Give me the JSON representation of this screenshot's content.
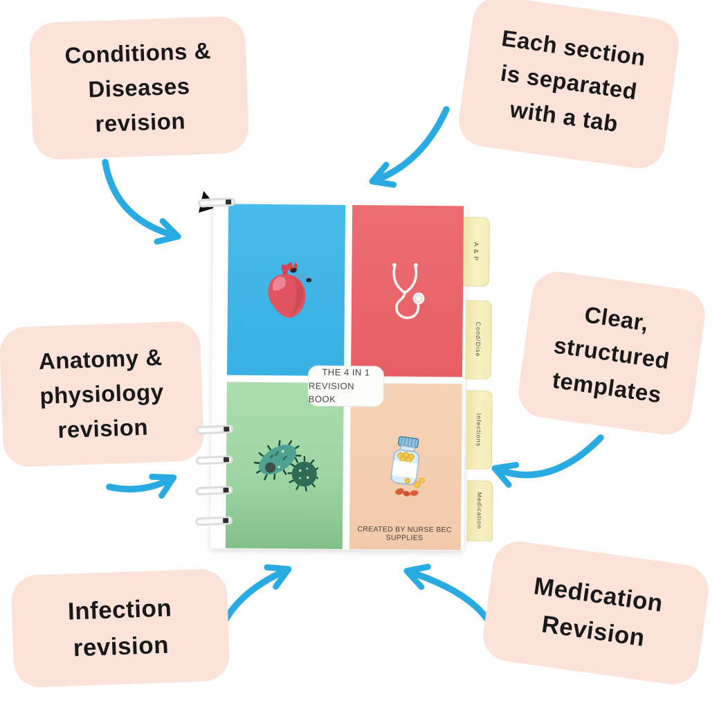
{
  "colors": {
    "background": "#ffffff",
    "callout_bg": "#fbe3da",
    "arrow_blue": "#29abe2",
    "quad_blue": "#40b7e7",
    "quad_red": "#ea676d",
    "quad_green": "#a7daa9",
    "quad_peach": "#f5cfb0",
    "tab_cream": "#f6efbb"
  },
  "callouts": {
    "conditions": {
      "text": "Conditions &\nDiseases\nrevision"
    },
    "tabs_note": {
      "text": "Each section\nis separated\nwith a tab"
    },
    "anatomy": {
      "text": "Anatomy &\nphysiology\nrevision"
    },
    "templates": {
      "text": "Clear,\nstructured\ntemplates"
    },
    "infection": {
      "text": "Infection\nrevision"
    },
    "medication": {
      "text": "Medication\nRevision"
    }
  },
  "book": {
    "title_line1": "THE 4 IN 1",
    "title_line2": "REVISION BOOK",
    "footer": "CREATED BY NURSE BEC SUPPLIES",
    "tabs": [
      {
        "label": "A & P"
      },
      {
        "label": "Cond/Dise"
      },
      {
        "label": "Infections"
      },
      {
        "label": "Medication"
      }
    ],
    "icons": {
      "top_left": "anatomical-heart-icon",
      "top_right": "stethoscope-icon",
      "bottom_left": "bacteria-germs-icon",
      "bottom_right": "pill-bottle-icon"
    }
  }
}
